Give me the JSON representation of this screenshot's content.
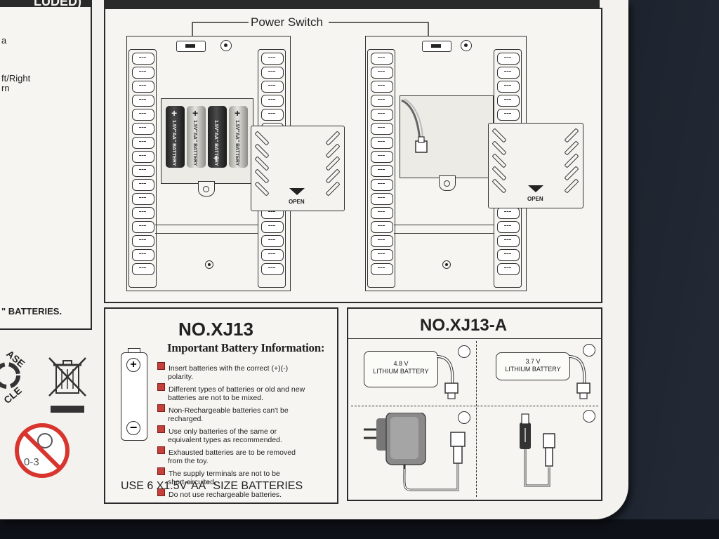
{
  "left_panel": {
    "title_partial": "LUDED)",
    "frag_1": "a",
    "frag_2": "ft/Right",
    "frag_3": "rn",
    "batteries_text": "\" BATTERIES."
  },
  "diagram": {
    "power_switch_label": "Power Switch",
    "open_label_1": "OPEN",
    "open_label_2": "OPEN",
    "battery_text": "1.5V\"AA\" BATTERY"
  },
  "xj13": {
    "title": "NO.XJ13",
    "heading": "Important Battery Information:",
    "rules": [
      "Insert batteries with the correct (+)(-)",
      "polarity.",
      "Different types of batteries or old and new",
      "batteries are not to be mixed.",
      "Non-Rechargeable batteries can't be",
      "recharged.",
      "Use only batteries of the same or",
      "equivalent types as recommended.",
      "Exhausted batteries are to be removed",
      "from the toy.",
      "The supply terminals are not to be",
      "short-circuited.",
      "Do not use rechargeable batteries."
    ],
    "footer": "USE 6 X1.5V\"AA\" SIZE BATTERIES"
  },
  "xj13a": {
    "title": "NO.XJ13-A",
    "battery_1_voltage": "4.8 V",
    "battery_1_type": "LITHIUM BATTERY",
    "battery_2_voltage": "3.7 V",
    "battery_2_type": "LITHIUM BATTERY"
  },
  "symbols": {
    "recycle_text_top": "ASE",
    "recycle_text_bottom": "CLE",
    "age_warning": "0-3"
  },
  "colors": {
    "warning_red": "#d8352f",
    "ink": "#222222",
    "paper": "#f3f2ee"
  }
}
